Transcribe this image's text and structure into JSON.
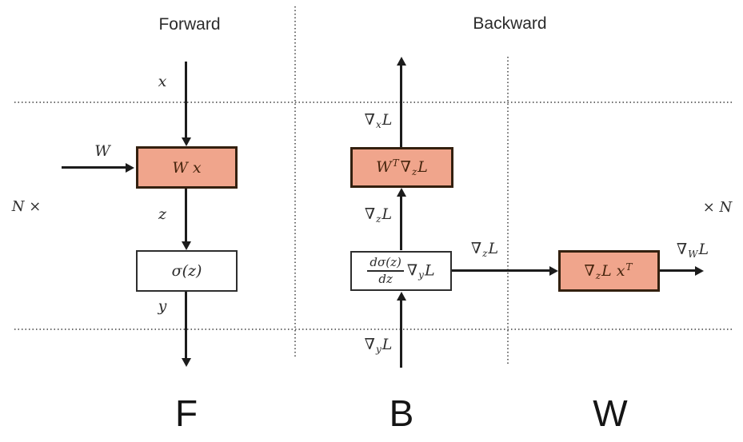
{
  "titles": {
    "forward": "Forward",
    "backward": "Backward"
  },
  "section_letters": {
    "forward_pass": "F",
    "backward_pass": "B",
    "weight_gradient": "W"
  },
  "batch_labels": {
    "left": "N ×",
    "right": "× N"
  },
  "forward_column": {
    "input": "x",
    "weight": "W",
    "matmul_box": "W x",
    "pre_activation": "z",
    "activation_box": "σ(z)",
    "output": "y"
  },
  "backward_column": {
    "grad_input": {
      "nabla": "∇",
      "sub": "x",
      "tail": "L"
    },
    "matmul_grad_box": {
      "lead": "W",
      "sup": "T",
      "nabla": "∇",
      "sub": "z",
      "tail": "L"
    },
    "grad_pre_activation": {
      "nabla": "∇",
      "sub": "z",
      "tail": "L"
    },
    "activation_grad_box": {
      "numerator": "dσ(z)",
      "denominator": "dz",
      "nabla": "∇",
      "sub": "y",
      "tail": "L"
    },
    "grad_output": {
      "nabla": "∇",
      "sub": "y",
      "tail": "L"
    },
    "grad_to_weight_path": {
      "nabla": "∇",
      "sub": "z",
      "tail": "L"
    }
  },
  "weight_column": {
    "weight_grad_box": {
      "nabla": "∇",
      "sub": "z",
      "mid": "L x",
      "sup": "T"
    },
    "grad_weight": {
      "nabla": "∇",
      "sub": "W",
      "tail": "L"
    }
  },
  "colors": {
    "box_fill": "#f0a58c",
    "box_border": "#33200f",
    "box_text": "#46250e",
    "line": "#1c1c1c",
    "dotted_line": "#6e6e6e",
    "background": "#ffffff"
  }
}
